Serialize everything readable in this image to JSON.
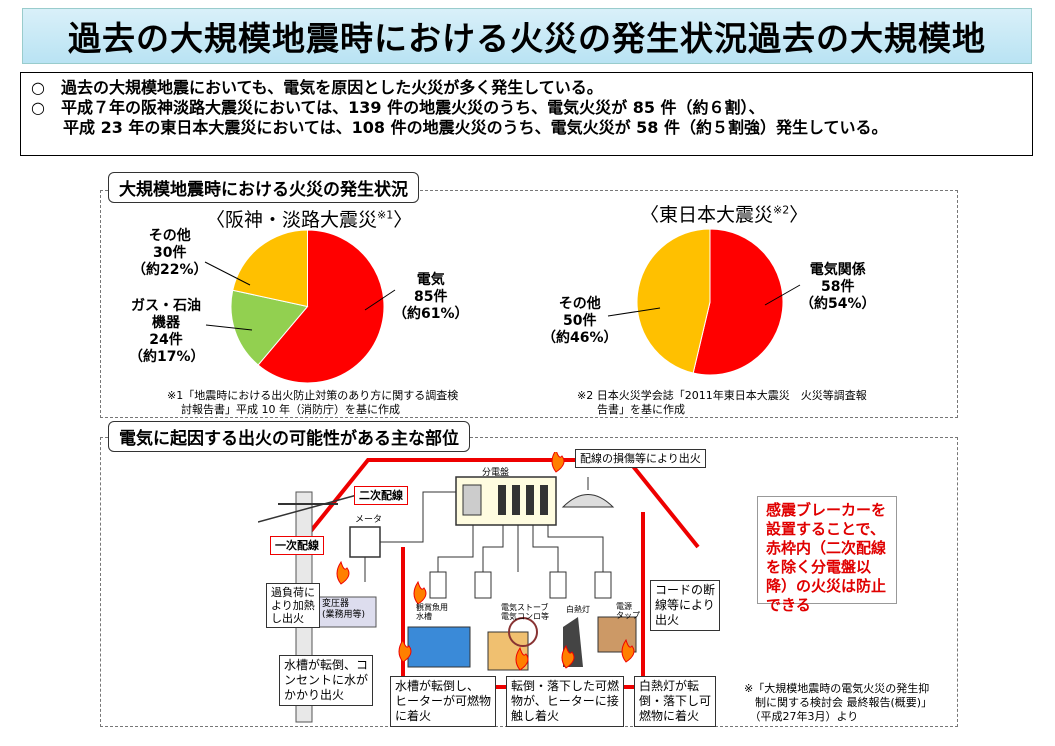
{
  "title": "過去の大規模地震時における火災の発生状況過去の大規模地",
  "summary": {
    "line1": "○　過去の大規模地震においても、電気を原因とした火災が多く発生している。",
    "line2": "○　平成７年の阪神淡路大震災においては、139 件の地震火災のうち、電気火災が 85 件（約６割）、",
    "line3": "　　平成 23 年の東日本大震災においては、108 件の地震火災のうち、電気火災が 58 件（約５割強）発生している。"
  },
  "section1": {
    "label": "大規模地震時における火災の発生状況",
    "note1": "※1「地震時における出火防止対策のあり方に関する調査検",
    "note1b": "討報告書」平成 10 年（消防庁）を基に作成",
    "note2": "※2 日本火災学会誌「2011年東日本大震災　火災等調査報",
    "note2b": "告書」を基に作成"
  },
  "chart_data": [
    {
      "type": "pie",
      "title": "〈阪神・淡路大震災",
      "title_sup": "※1",
      "title_end": "〉",
      "slices": [
        {
          "label": "電気",
          "value": 85,
          "count": "85件",
          "pct": "（約61%）",
          "color": "#ff0000"
        },
        {
          "label": "ガス・石油機器",
          "value": 24,
          "count": "24件",
          "pct": "（約17%）",
          "color": "#92d050"
        },
        {
          "label": "その他",
          "value": 30,
          "count": "30件",
          "pct": "（約22%）",
          "color": "#ffc000"
        }
      ]
    },
    {
      "type": "pie",
      "title": "〈東日本大震災",
      "title_sup": "※2",
      "title_end": "〉",
      "slices": [
        {
          "label": "電気関係",
          "value": 58,
          "count": "58件",
          "pct": "（約54%）",
          "color": "#ff0000"
        },
        {
          "label": "その他",
          "value": 50,
          "count": "50件",
          "pct": "（約46%）",
          "color": "#ffc000"
        }
      ]
    }
  ],
  "section2": {
    "label": "電気に起因する出火の可能性がある主な部位",
    "warning": [
      "感震ブレーカーを",
      "設置することで、",
      "赤枠内（二次配線",
      "を除く分電盤以",
      "降）の火災は防止",
      "できる"
    ],
    "source": [
      "※「大規模地震時の電気火災の発生抑",
      "　制に関する検討会 最終報告(概要)」",
      "　（平成27年3月）より"
    ],
    "labels": {
      "wiring_damage": "配線の損傷等により出火",
      "secondary": "二次配線",
      "primary": "一次配線",
      "meter": "メータ",
      "panel": "分電盤",
      "overload": [
        "過負荷に",
        "より加熱",
        "し出火"
      ],
      "transformer": [
        "変圧器",
        "(業務用等)"
      ],
      "aquarium_spill": [
        "水槽が転倒、コ",
        "ンセントに水が",
        "かかり出火"
      ],
      "aquarium_fall": [
        "水槽が転倒し、",
        "ヒーターが可燃物",
        "に着火"
      ],
      "stove": [
        "転倒・落下した可燃",
        "物が、ヒーターに接",
        "触し着火"
      ],
      "lamp": [
        "白熱灯が転",
        "倒・落下し可",
        "燃物に着火"
      ],
      "cord": [
        "コードの断",
        "線等により",
        "出火"
      ],
      "app_aquarium": [
        "観賞魚用",
        "水槽"
      ],
      "app_stove": [
        "電気ストーブ",
        "電気コンロ等"
      ],
      "app_lamp": "白熱灯",
      "app_tap": [
        "電源",
        "タップ"
      ]
    }
  }
}
